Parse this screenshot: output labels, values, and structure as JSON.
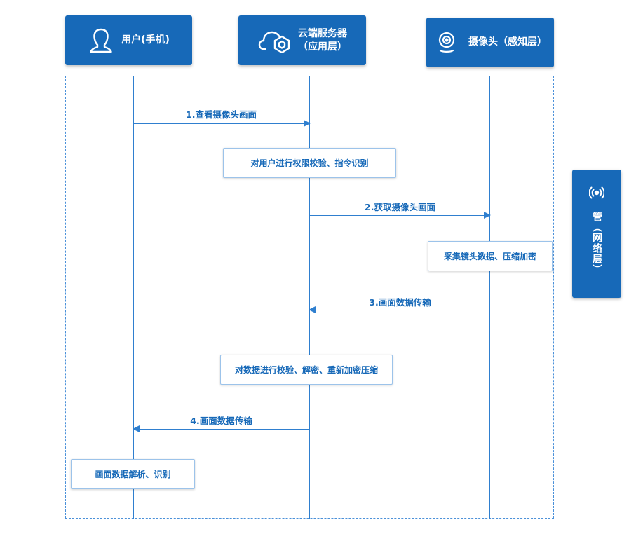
{
  "actors": {
    "user": {
      "label": "用户(手机)",
      "icon": "user-icon"
    },
    "cloud": {
      "line1": "云端服务器",
      "line2": "（应用层）",
      "icon": "cloud-icon"
    },
    "camera": {
      "label": "摄像头（感知层）",
      "icon": "camera-icon"
    }
  },
  "side_panel": {
    "label": "管（网络层）",
    "icon": "signal-icon"
  },
  "messages": [
    {
      "label": "1.查看摄像头画面"
    },
    {
      "label": "2.获取摄像头画面"
    },
    {
      "label": "3.画面数据传输"
    },
    {
      "label": "4.画面数据传输"
    }
  ],
  "notes": [
    {
      "text": "对用户进行权限校验、指令识别"
    },
    {
      "text": "采集镜头数据、压缩加密"
    },
    {
      "text": "对数据进行校验、解密、重新加密压缩"
    },
    {
      "text": "画面数据解析、识别"
    }
  ],
  "colors": {
    "primary": "#1769b8",
    "line": "#2f7fcf",
    "frame": "#4a90d9"
  }
}
